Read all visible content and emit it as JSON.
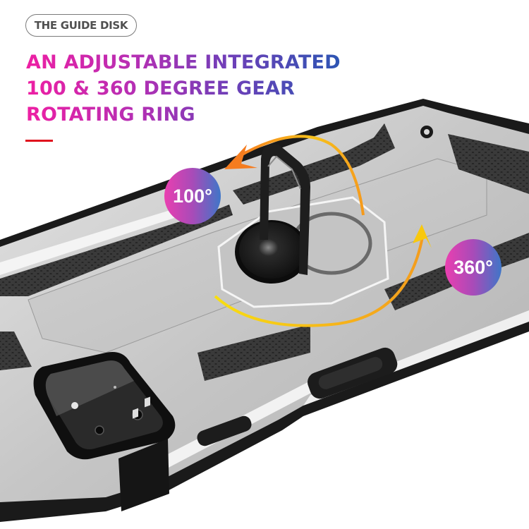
{
  "tag": {
    "label": "THE GUIDE DISK"
  },
  "headline": {
    "lines": [
      "AN ADJUSTABLE INTEGRATED",
      "100 & 360 DEGREE GEAR",
      "ROTATING RING"
    ]
  },
  "badges": {
    "left": {
      "label": "100°"
    },
    "right": {
      "label": "360°"
    }
  },
  "colors": {
    "headline_gradient_start": "#ee1fa3",
    "headline_gradient_end": "#2d55b3",
    "accent_rule": "#e0141e",
    "case_silver": "#c8c8c8",
    "case_black": "#1c1c1c",
    "arrow_orange": "#f7931e",
    "arrow_yellow": "#f5d000"
  },
  "product": {
    "name": "rugged phone case with ring holder",
    "features": [
      "rotating-ring-kickstand",
      "honeycomb-grip-panels",
      "camera-cutout",
      "button-covers"
    ]
  }
}
